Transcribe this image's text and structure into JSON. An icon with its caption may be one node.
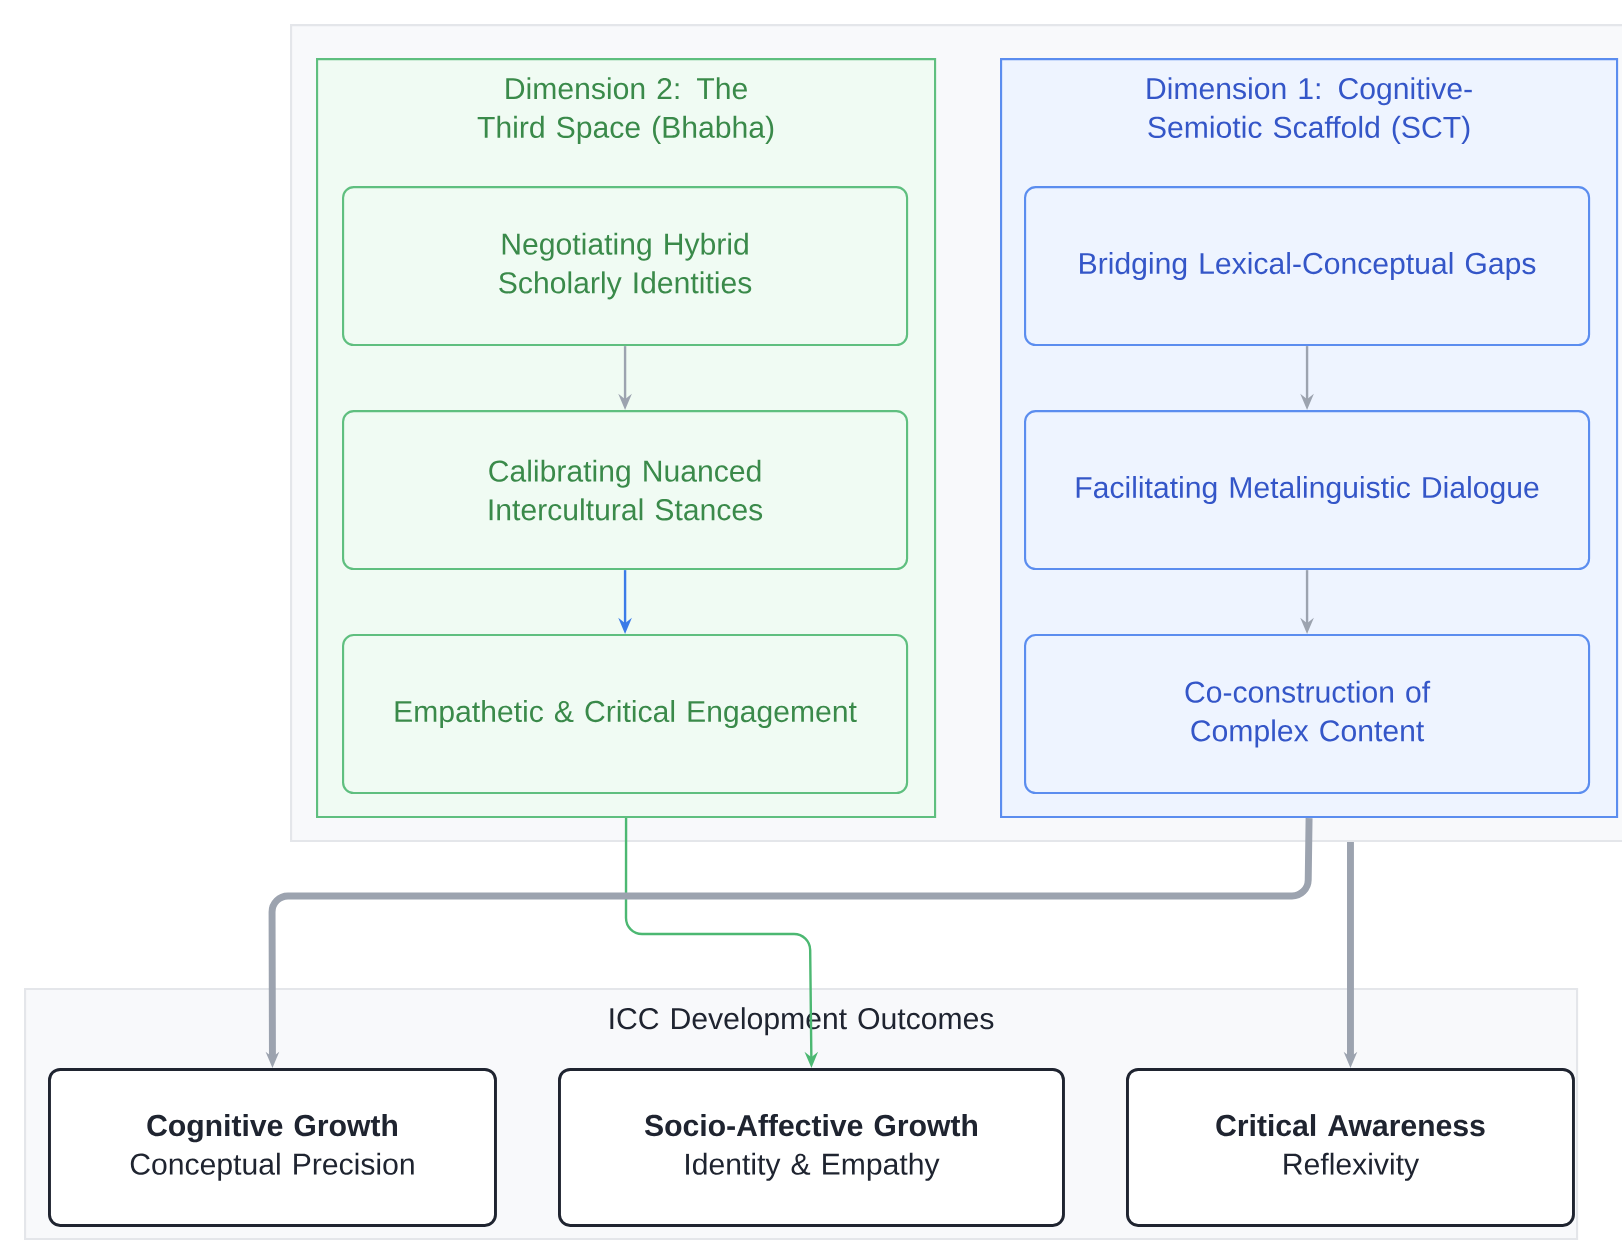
{
  "diagram": {
    "nodes": [
      {
        "text": [],
        "shape": "box"
      },
      {
        "text": [
          "Dimension 2: The Third Space (Bhabha)"
        ],
        "in": 0
      },
      {
        "text": [
          "Negotiating Hybrid Scholarly Identities"
        ],
        "in": 1
      },
      {
        "text": [
          "Calibrating Nuanced Intercultural Stances"
        ],
        "in": 1
      },
      {
        "text": [
          "Empathetic & Critical Engagement"
        ],
        "in": 1
      },
      {
        "text": [
          "Dimension 1: Cognitive-Semiotic Scaffold (SCT)"
        ],
        "in": 0
      },
      {
        "text": [
          "Bridging Lexical-Conceptual Gaps"
        ],
        "in": 5
      },
      {
        "text": [
          "Facilitating Metalinguistic Dialogue"
        ],
        "in": 5
      },
      {
        "text": [
          "Co-construction of Complex Content"
        ],
        "in": 5
      },
      {
        "text": [
          "ICC Development Outcomes"
        ]
      },
      {
        "text": [
          "Cognitive Growth",
          "Conceptual Precision"
        ],
        "in": 9
      },
      {
        "text": [
          "Socio-Affective Growth",
          "Identity & Empathy"
        ],
        "in": 9
      },
      {
        "text": [
          "Critical Awareness",
          "Reflexivity"
        ],
        "in": 9
      }
    ],
    "edges": [
      {
        "from": 2,
        "to": 3,
        "arrow": "to"
      },
      {
        "from": 3,
        "to": 4,
        "arrow": "to",
        "color": "#3b7be8"
      },
      {
        "from": 6,
        "to": 7,
        "arrow": "to"
      },
      {
        "from": 7,
        "to": 8,
        "arrow": "to"
      },
      {
        "from": 1,
        "to": 11,
        "arrow": "to",
        "color": "#4cb872"
      },
      {
        "from": 5,
        "to": 10,
        "arrow": "to",
        "style": "thick"
      },
      {
        "from": 0,
        "to": 12,
        "arrow": "to",
        "style": "thick"
      }
    ]
  }
}
